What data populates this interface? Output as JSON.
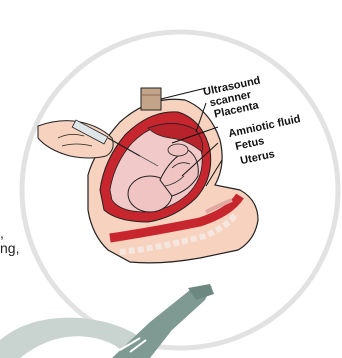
{
  "labels": {
    "scanner_line1": "Ultrasound",
    "scanner_line2": "scanner",
    "placenta": "Placenta",
    "amniotic_fluid": "Amniotic fluid",
    "fetus": "Fetus",
    "uterus": "Uterus"
  },
  "side_text": {
    "line1": ",",
    "line2": "ng,"
  },
  "colors": {
    "circle": "#dcdcdc",
    "uterus_wall": "#c8262e",
    "amniotic": "#f2c9c9",
    "skin": "#f6d2bf",
    "teal_scope": "#7f9a92"
  }
}
